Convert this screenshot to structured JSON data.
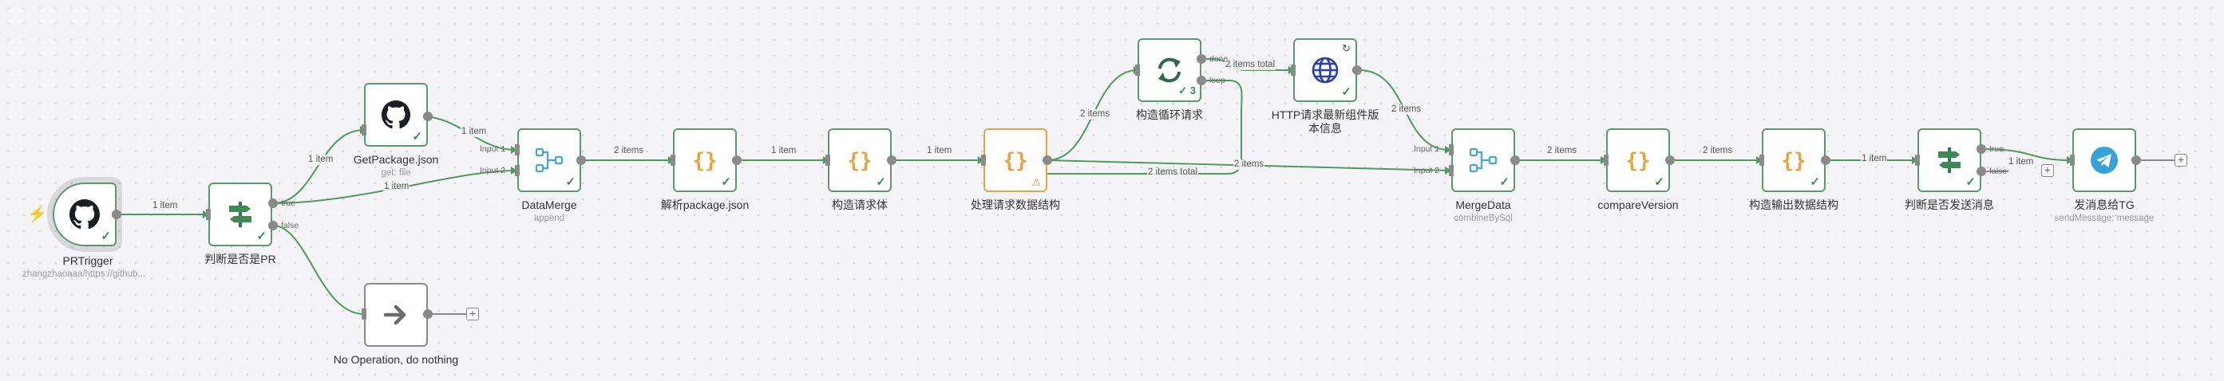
{
  "nodes": {
    "prtrigger": {
      "name": "PRTrigger",
      "subtitle": "zhangzhaoaaa/https://github...",
      "icon": "github-icon"
    },
    "is_pr": {
      "name": "判断是否是PR",
      "icon": "if-icon"
    },
    "get_package": {
      "name": "GetPackage.json",
      "subtitle": "get: file",
      "icon": "github-icon"
    },
    "noop": {
      "name": "No Operation, do nothing",
      "icon": "arrow-right-icon"
    },
    "data_merge": {
      "name": "DataMerge",
      "subtitle": "append",
      "icon": "merge-icon"
    },
    "parse_package": {
      "name": "解析package.json",
      "icon": "code-braces-icon"
    },
    "build_body": {
      "name": "构造请求体",
      "icon": "code-braces-icon"
    },
    "process_request": {
      "name": "处理请求数据结构",
      "icon": "code-braces-icon"
    },
    "build_loop": {
      "name": "构造循环请求",
      "icon": "loop-icon",
      "run_count": "3"
    },
    "http_request": {
      "name": "HTTP请求最新组件版本信息",
      "icon": "globe-icon"
    },
    "merge_data": {
      "name": "MergeData",
      "subtitle": "combineBySql",
      "icon": "merge-icon"
    },
    "compare_version": {
      "name": "compareVersion",
      "icon": "code-braces-icon"
    },
    "build_output": {
      "name": "构造输出数据结构",
      "icon": "code-braces-icon"
    },
    "should_send": {
      "name": "判断是否发送消息",
      "icon": "if-icon"
    },
    "send_tg": {
      "name": "发消息给TG",
      "subtitle": "sendMessage: message",
      "icon": "telegram-icon"
    }
  },
  "ports": {
    "true": "true",
    "false": "false",
    "input1": "Input 1",
    "input2": "Input 2",
    "done": "done",
    "loop": "loop"
  },
  "edges": {
    "trigger_if": "1 item",
    "true_get": "1 item",
    "true_merge2": "1 item",
    "get_merge1": "1 item",
    "merge_parse": "2 items",
    "parse_build": "1 item",
    "build_process": "1 item",
    "process_loop": "2 items",
    "process_merge2": "2 items",
    "done_out": "2 items total",
    "loop_back": "2 items total",
    "http_merge1": "2 items",
    "merge_compare": "2 items",
    "compare_output": "2 items",
    "output_send": "1 item",
    "false_tg": "1 item"
  },
  "colors": {
    "success": "#5a9a6e",
    "connection": "#4e9a63",
    "warning": "#e7a53c",
    "code": "#e8a33a",
    "merge": "#52a7c9",
    "github": "#1b1f24",
    "loop": "#2e6a45",
    "globe": "#2b3fb5",
    "telegram": "#34a3d8"
  }
}
